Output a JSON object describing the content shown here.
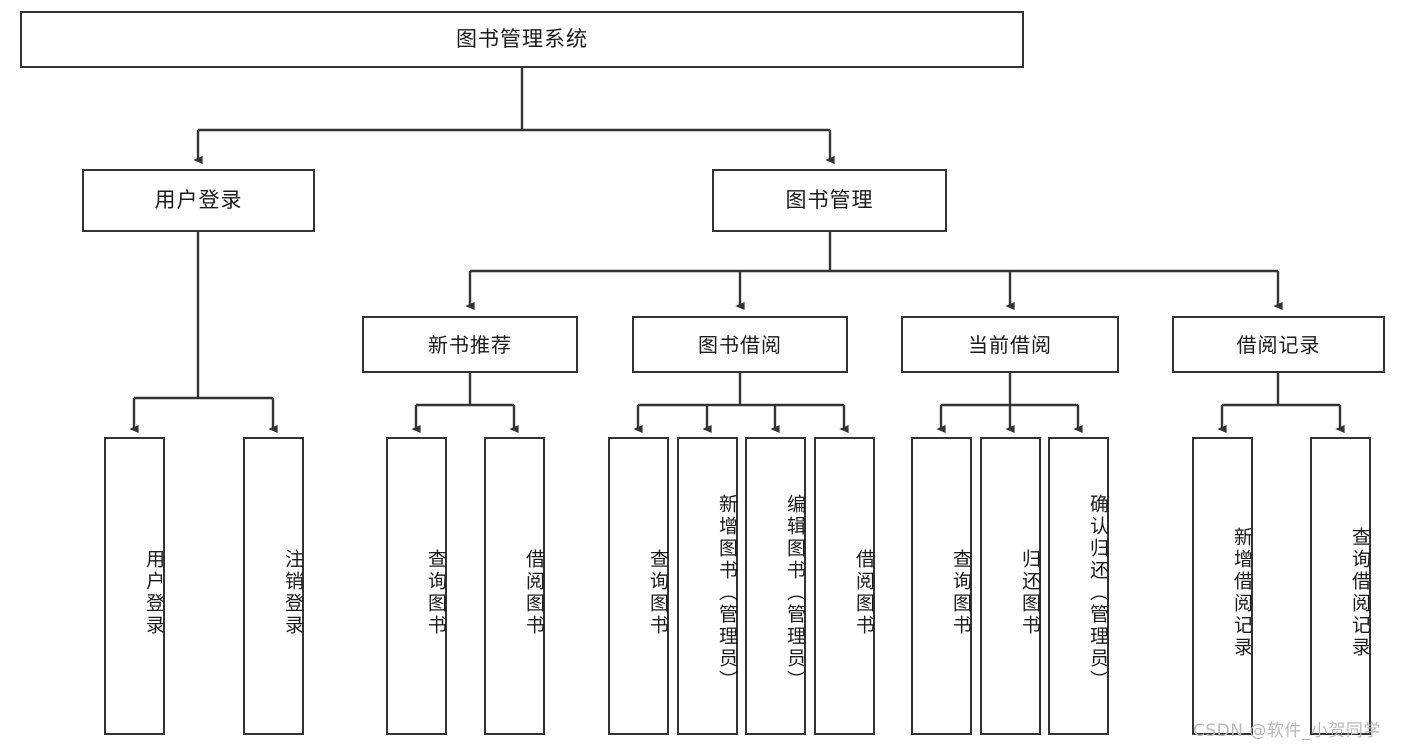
{
  "diagram": {
    "type": "tree",
    "title": "图书管理系统",
    "orientation": "top-down",
    "colors": {
      "box_border": "#333333",
      "box_fill": "#ffffff",
      "connector": "#333333",
      "text": "#1a1a1a",
      "background": "#ffffff",
      "watermark": "#b9b9b9"
    },
    "root": {
      "label": "图书管理系统"
    },
    "level2": [
      {
        "id": "login",
        "label": "用户登录"
      },
      {
        "id": "bookmgmt",
        "label": "图书管理"
      }
    ],
    "level3": [
      {
        "id": "newbook",
        "label": "新书推荐",
        "parent": "bookmgmt"
      },
      {
        "id": "borrow",
        "label": "图书借阅",
        "parent": "bookmgmt"
      },
      {
        "id": "current",
        "label": "当前借阅",
        "parent": "bookmgmt"
      },
      {
        "id": "record",
        "label": "借阅记录",
        "parent": "bookmgmt"
      }
    ],
    "leaves": {
      "login": [
        {
          "label": "用户登录"
        },
        {
          "label": "注销登录"
        }
      ],
      "newbook": [
        {
          "label": "查询图书"
        },
        {
          "label": "借阅图书"
        }
      ],
      "borrow": [
        {
          "label": "查询图书"
        },
        {
          "label": "新增图书（管理员）"
        },
        {
          "label": "编辑图书（管理员）"
        },
        {
          "label": "借阅图书"
        }
      ],
      "current": [
        {
          "label": "查询图书"
        },
        {
          "label": "归还图书"
        },
        {
          "label": "确认归还（管理员）"
        }
      ],
      "record": [
        {
          "label": "新增借阅记录"
        },
        {
          "label": "查询借阅记录"
        }
      ]
    }
  },
  "watermark": {
    "text": "CSDN @软件_小贺同学"
  }
}
